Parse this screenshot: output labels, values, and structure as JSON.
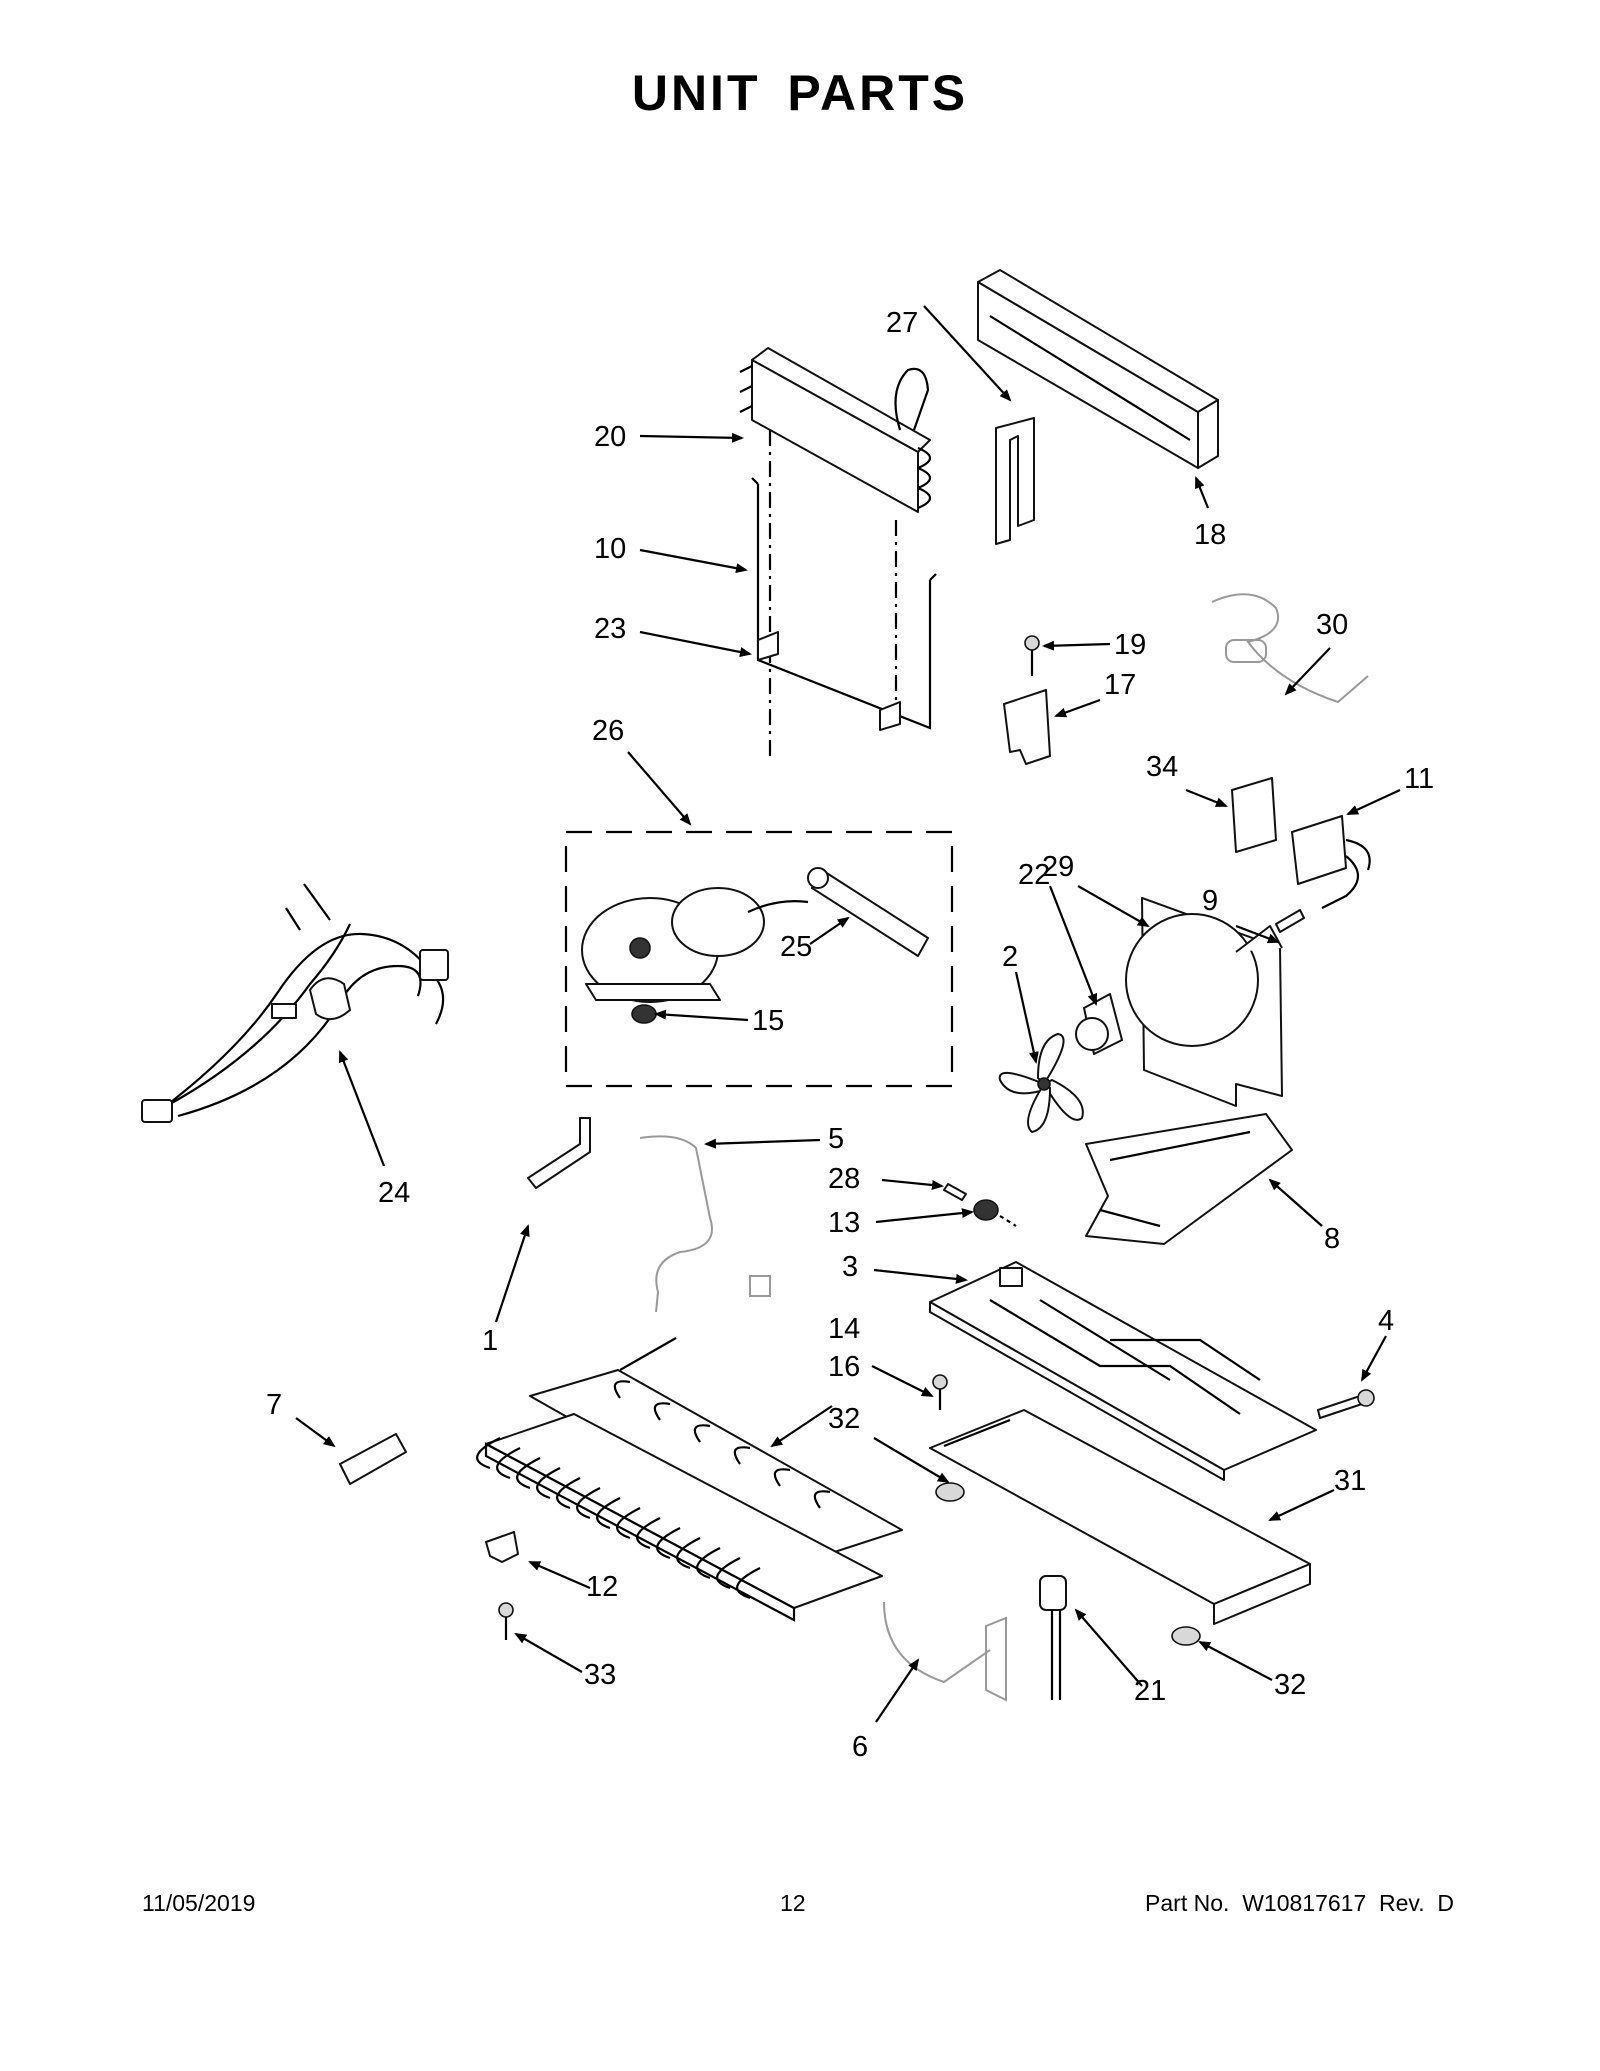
{
  "title": "UNIT  PARTS",
  "callouts": [
    "27",
    "20",
    "18",
    "10",
    "19",
    "30",
    "23",
    "17",
    "26",
    "34",
    "11",
    "29",
    "9",
    "22",
    "25",
    "2",
    "15",
    "24",
    "5",
    "28",
    "8",
    "13",
    "3",
    "1",
    "4",
    "14",
    "16",
    "7",
    "32",
    "31",
    "12",
    "21",
    "32",
    "33",
    "6"
  ],
  "footer": {
    "date": "11/05/2019",
    "page_number": "12",
    "part_number": "Part No.  W10817617  Rev.  D"
  },
  "colors": {
    "ink": "#000000",
    "background": "#ffffff",
    "ghost_parts": "#999999"
  }
}
